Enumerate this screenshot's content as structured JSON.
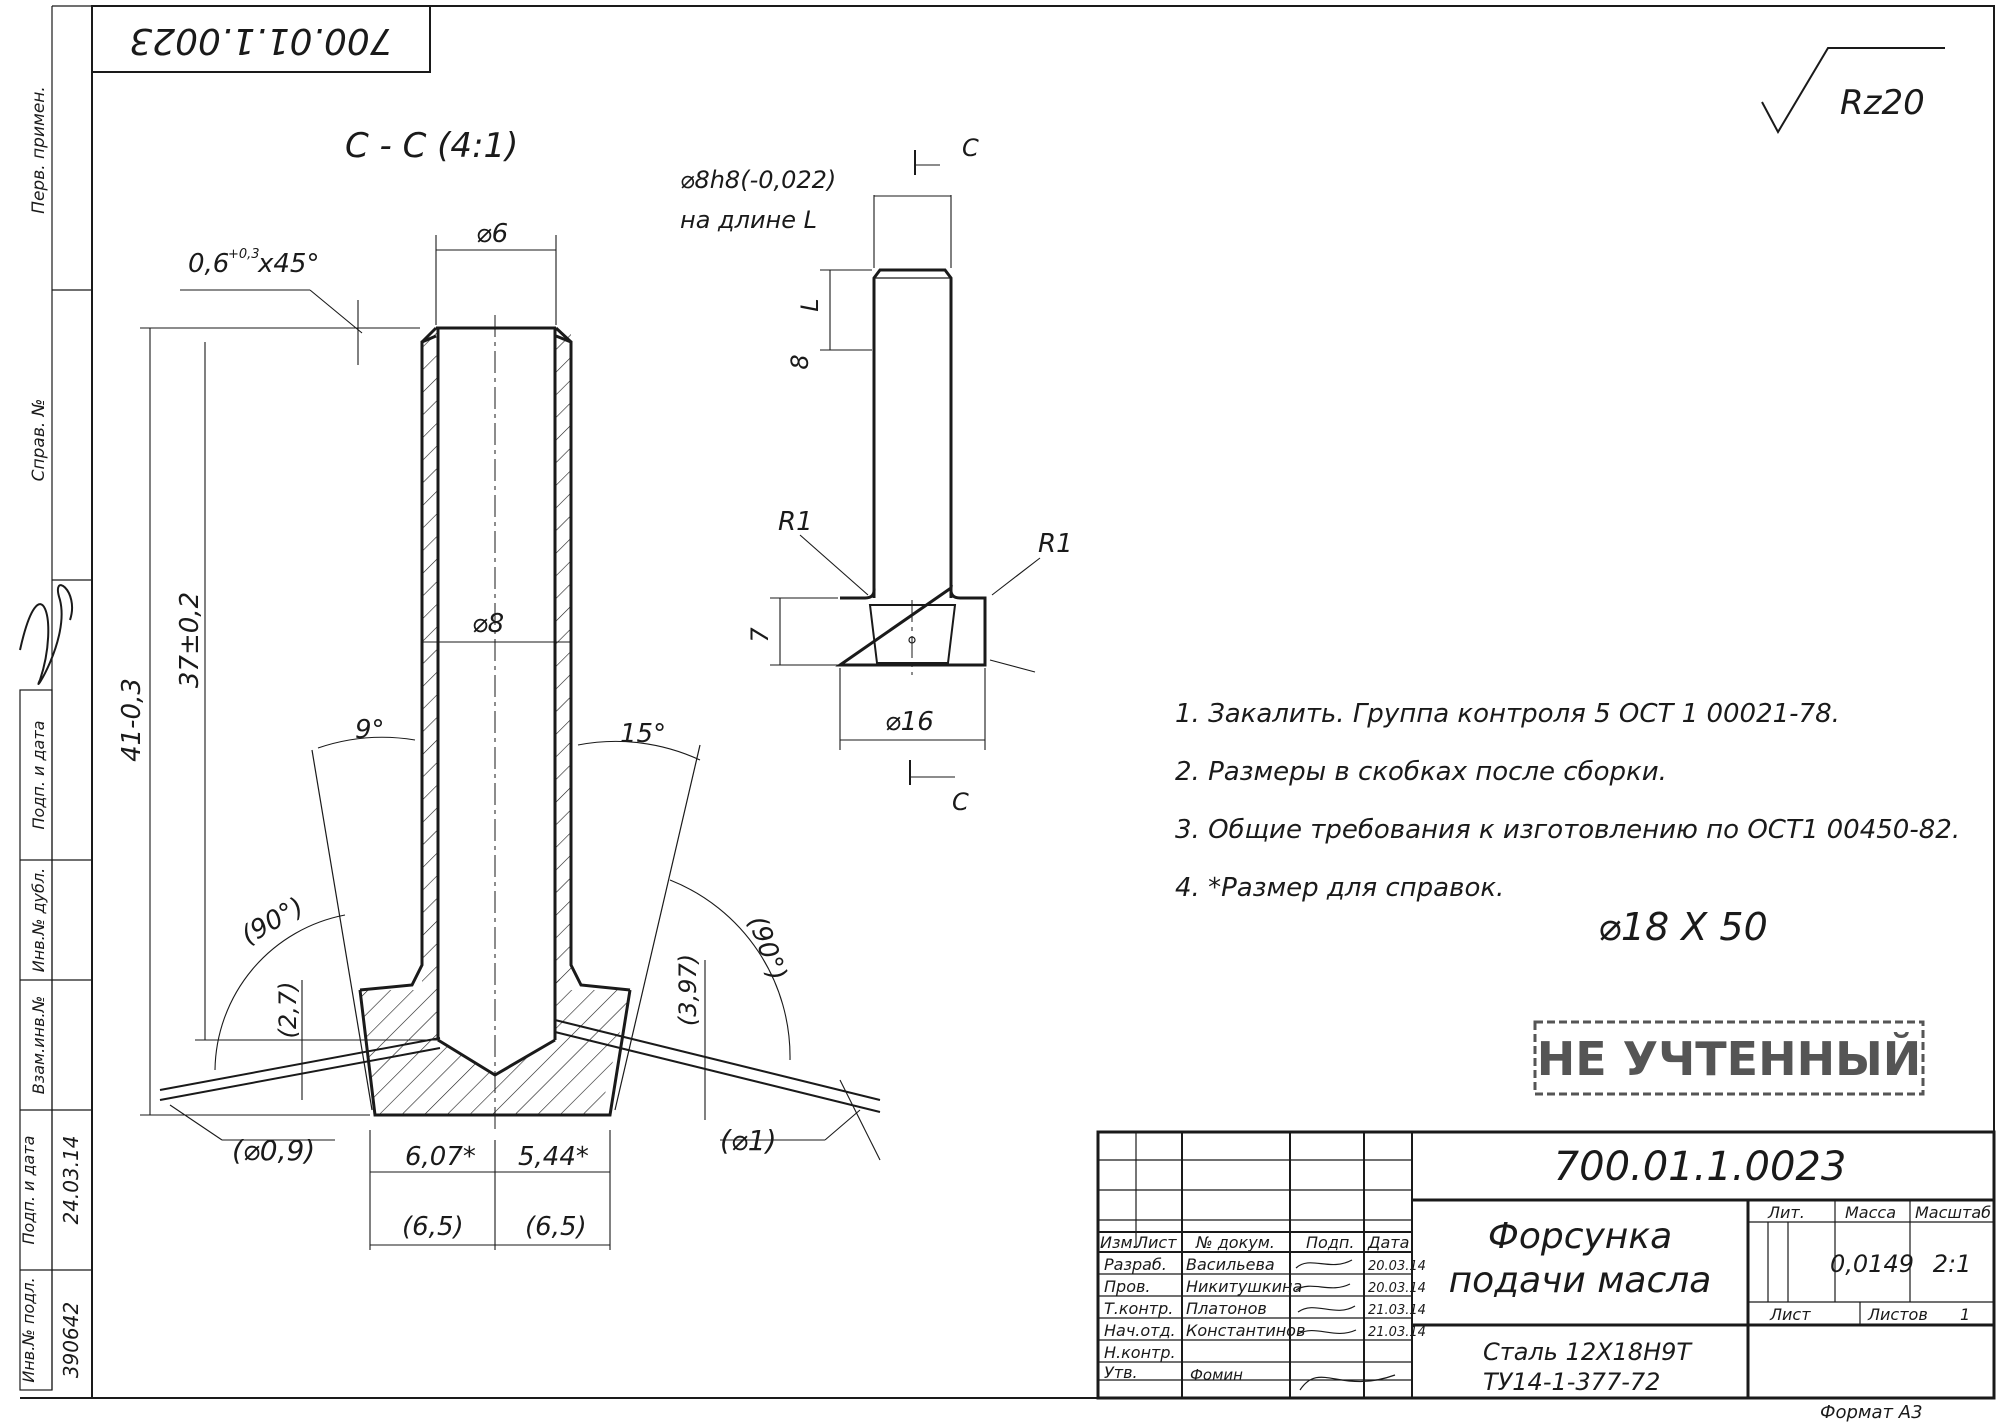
{
  "stamp_number_rotated": "700.01.1.0023",
  "roughness": "Rz20",
  "section": {
    "title": "C - C (4:1)",
    "chamfer": "0,6",
    "chamfer_tol": "+0,3",
    "chamfer_angle": "x45°",
    "top_dia": "⌀6",
    "bore_dia": "⌀8",
    "overall_len": "41-0,3",
    "len_37": "37±0,2",
    "angle_left": "9°",
    "angle_right": "15°",
    "angle_90_left": "(90°)",
    "angle_90_right": "(90°)",
    "dim_2_7": "(2,7)",
    "dim_3_97": "(3,97)",
    "hole_left": "(⌀0,9)",
    "hole_right": "(⌀1)",
    "dim_6_07": "6,07*",
    "dim_5_44": "5,44*",
    "dim_6_5_left": "(6,5)",
    "dim_6_5_right": "(6,5)"
  },
  "side_view": {
    "shaft_dia": "⌀8h8(-0,022)",
    "on_length": "на длине L",
    "len_L": "L",
    "len_8": "8",
    "r1_left": "R1",
    "r1_right": "R1",
    "head_height": "7",
    "head_dia": "⌀16",
    "cut_label_top": "C",
    "cut_label_bottom": "C"
  },
  "notes": [
    "1. Закалить. Группа контроля 5 ОСТ 1 00021-78.",
    "2. Размеры в скобках после сборки.",
    "3. Общие требования к изготовлению по ОСТ1 00450-82.",
    "4. *Размер для справок."
  ],
  "handwritten_blank": "⌀18 X 50",
  "stamp_not_registered": "НЕ УЧТЕННЫЙ",
  "left_margin": {
    "perv_primen": "Перв. примен.",
    "sprav_no": "Справ. №",
    "podp_data_top": "Подп. и дата",
    "inv_dubl": "Инв.№ дубл.",
    "vzam_inv": "Взам.инв.№",
    "podp_data_bottom": "Подп. и дата",
    "date_value": "24.03.14",
    "inv_podl": "Инв.№ подл.",
    "inv_value": "390642"
  },
  "title_block": {
    "designation": "700.01.1.0023",
    "name_line1": "Форсунка",
    "name_line2": "подачи масла",
    "material_line1": "Сталь 12Х18Н9Т",
    "material_line2": "ТУ14-1-377-72",
    "lit_label": "Лит.",
    "mass_label": "Масса",
    "scale_label": "Масштаб",
    "mass_value": "0,0149",
    "scale_value": "2:1",
    "sheet_label": "Лист",
    "sheets_label": "Листов",
    "sheets_value": "1",
    "header_izm": "Изм.",
    "header_list": "Лист",
    "header_doc": "№ докум.",
    "header_podp": "Подп.",
    "header_data": "Дата",
    "roles": [
      {
        "role": "Разраб.",
        "name": "Васильева",
        "date": "20.03.14"
      },
      {
        "role": "Пров.",
        "name": "Никитушкина",
        "date": "20.03.14"
      },
      {
        "role": "Т.контр.",
        "name": "Платонов",
        "date": "21.03.14"
      },
      {
        "role": "Нач.отд.",
        "name": "Константинов",
        "date": "21.03.14"
      },
      {
        "role": "Н.контр.",
        "name": "",
        "date": ""
      },
      {
        "role": "Утв.",
        "name": "Фомин",
        "date": ""
      }
    ]
  },
  "format": "Формат А3"
}
